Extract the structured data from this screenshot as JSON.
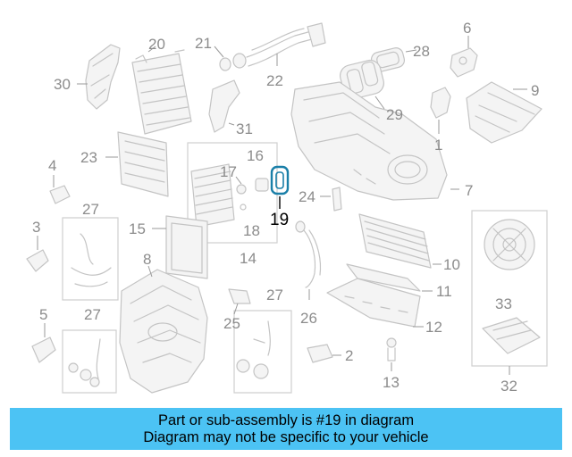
{
  "callouts": {
    "c1": "1",
    "c2": "2",
    "c3": "3",
    "c4": "4",
    "c5": "5",
    "c6": "6",
    "c7": "7",
    "c8": "8",
    "c9": "9",
    "c10": "10",
    "c11": "11",
    "c12": "12",
    "c13": "13",
    "c14": "14",
    "c15": "15",
    "c16": "16",
    "c17": "17",
    "c18": "18",
    "c19": "19",
    "c20": "20",
    "c21": "21",
    "c22": "22",
    "c23": "23",
    "c24": "24",
    "c25": "25",
    "c26": "26",
    "c27a": "27",
    "c27b": "27",
    "c27c": "27",
    "c28": "28",
    "c29": "29",
    "c30": "30",
    "c31": "31",
    "c32": "32",
    "c33": "33"
  },
  "highlight_color": "#1a7fa8",
  "footer": {
    "line1": "Part or sub-assembly is #19 in diagram",
    "line2": "Diagram may not be specific to your vehicle",
    "background": "#4cc3f4"
  }
}
